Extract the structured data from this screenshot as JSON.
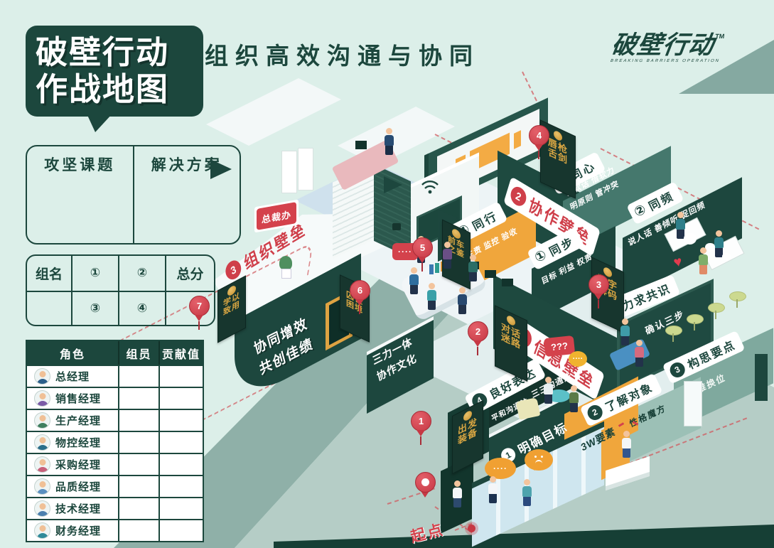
{
  "colors": {
    "dark_green": "#1c473d",
    "accent_red": "#cf3f4a",
    "orange": "#f0a63c",
    "gold": "#d9a642",
    "mint": "#dcefe9"
  },
  "header": {
    "title_line1": "破壁行动",
    "title_line2": "作战地图",
    "subtitle": "组织高效沟通与协同",
    "logo_text": "破壁行动",
    "logo_tm": "TM",
    "logo_sub": "BREAKING BARRIERS OPERATION"
  },
  "panels": {
    "topics": {
      "col1": "攻坚课题",
      "col2": "解决方案"
    },
    "score": {
      "name": "组名",
      "cell1": "①",
      "cell2": "②",
      "total": "总分",
      "cell3": "③",
      "cell4": "④"
    },
    "roles": {
      "h_role": "角色",
      "h_member": "组员",
      "h_score": "贡献值",
      "rows": [
        {
          "name": "总经理"
        },
        {
          "name": "销售经理"
        },
        {
          "name": "生产经理"
        },
        {
          "name": "物控经理"
        },
        {
          "name": "采购经理"
        },
        {
          "name": "品质经理"
        },
        {
          "name": "技术经理"
        },
        {
          "name": "财务经理"
        }
      ]
    }
  },
  "map": {
    "org_barrier": {
      "num": "3",
      "label": "组织壁垒"
    },
    "collab_barrier": {
      "num": "2",
      "label": "协作壁垒"
    },
    "info_barrier": {
      "num": "1",
      "label": "信息壁垒"
    },
    "tongxin": {
      "num": "③",
      "label": "同心",
      "line1": "说软话 借软力",
      "line2": "明原则 管冲突"
    },
    "tongpin": {
      "num": "②",
      "label": "同频",
      "line1": "说人话 善倾听 促回频"
    },
    "tongbu": {
      "num": "①",
      "label": "同步",
      "line1": "目标 利益 权责"
    },
    "tongxing": {
      "num": "④",
      "label": "同行",
      "line1": "主责 监控 验收"
    },
    "s5": {
      "num": "5",
      "label": "力求共识",
      "detail": "确认三步"
    },
    "s4": {
      "num": "4",
      "label": "良好表达",
      "detail1": "三三沟通法",
      "detail2": "平和沟通法"
    },
    "s3": {
      "num": "3",
      "label": "构思要点",
      "detail": "三维换位"
    },
    "s2": {
      "num": "2",
      "label": "了解对象",
      "detail": "性格魔方"
    },
    "s1": {
      "num": "1",
      "label": "明确目标",
      "detail": "3W要素"
    },
    "signs": {
      "chunqiang": {
        "l1": "唇枪",
        "l2": "舌剑"
      },
      "qiutu": {
        "l1": "囚徒",
        "l2": "困境"
      },
      "qianche": {
        "l1": "前车",
        "l2": "之鉴"
      },
      "duihua": {
        "l1": "对话",
        "l2": "迷路"
      },
      "shuzi": {
        "l1": "数字",
        "l2": "解码"
      },
      "xueyi": {
        "l1": "学以",
        "l2": "致用"
      },
      "chufa": {
        "l1": "出发",
        "l2": "装备"
      }
    },
    "slogan1": {
      "l1": "协同增效",
      "l2": "共创佳绩"
    },
    "slogan2": {
      "l1": "三力一体",
      "l2": "协作文化"
    },
    "office_sign": "总裁办",
    "start": "起点",
    "bubble_q": "???",
    "bubble_dots": "····",
    "pins": {
      "p1": "1",
      "p2": "2",
      "p3": "3",
      "p4": "4",
      "p5": "5",
      "p6": "6",
      "p7": "7"
    }
  }
}
